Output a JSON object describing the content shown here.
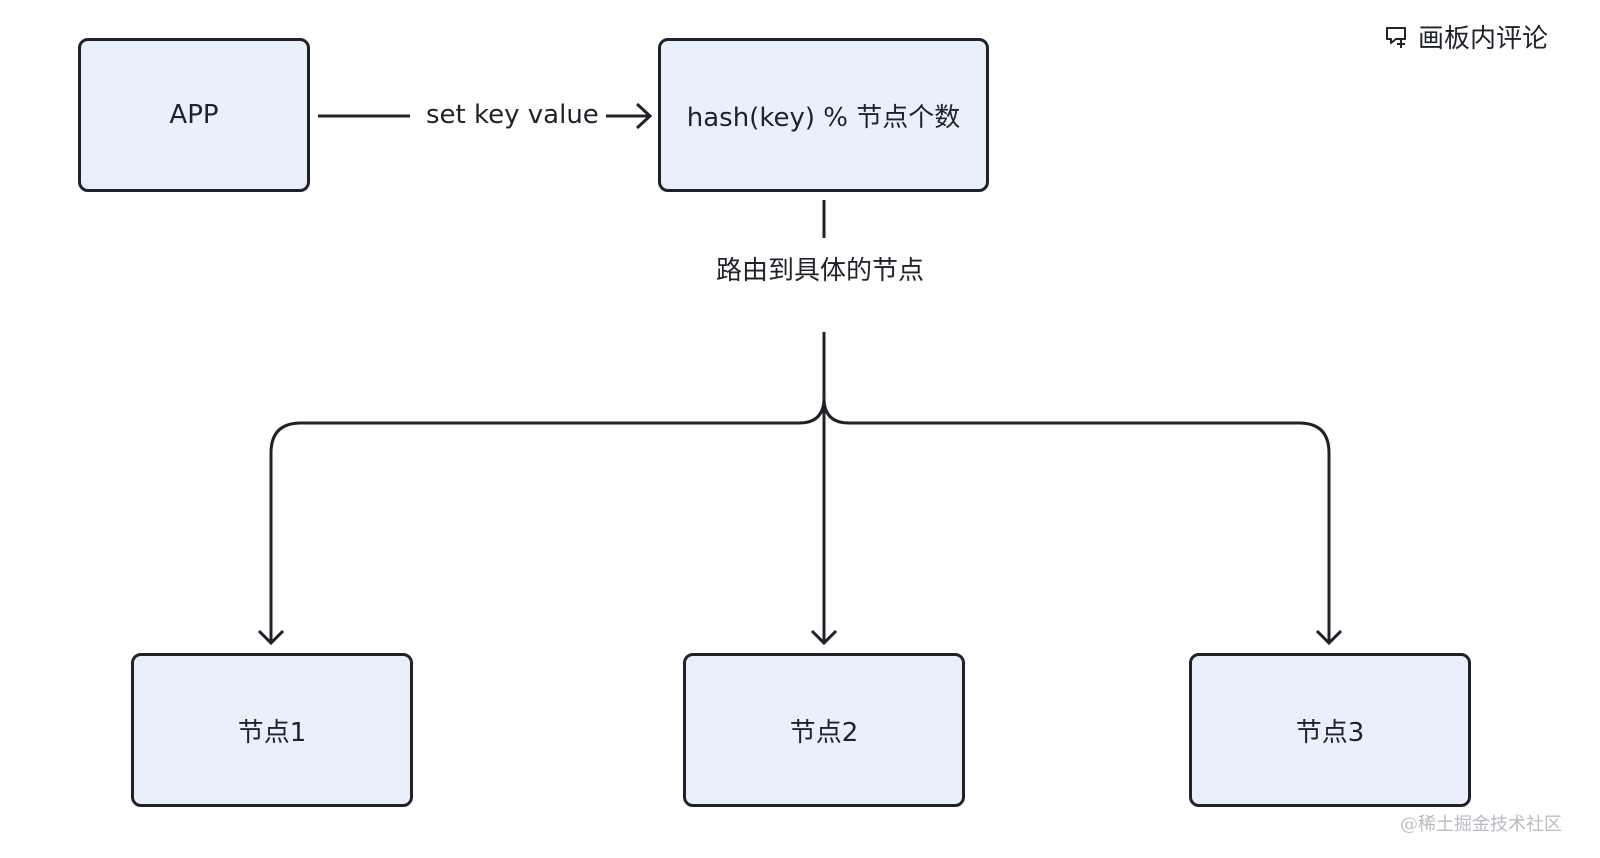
{
  "header": {
    "comment_label": "画板内评论",
    "comment_icon": "comment-add-icon"
  },
  "nodes": {
    "app": "APP",
    "hash": "hash(key) % 节点个数",
    "node1": "节点1",
    "node2": "节点2",
    "node3": "节点3"
  },
  "edges": {
    "app_to_hash": "set key value",
    "hash_to_nodes": "路由到具体的节点"
  },
  "watermark": "@稀土掘金技术社区",
  "colors": {
    "node_fill": "#eaf0fb",
    "stroke": "#1f2329",
    "background": "#ffffff"
  }
}
